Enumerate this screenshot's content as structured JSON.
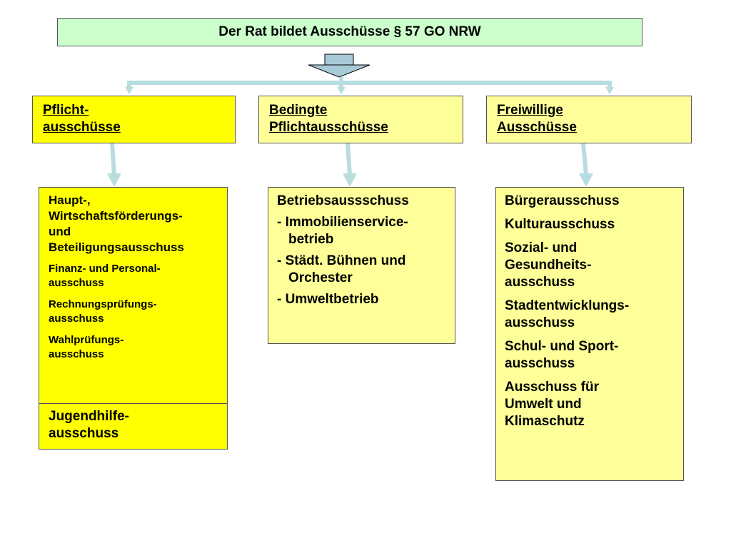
{
  "title": "Der Rat bildet Ausschüsse  §  57 GO NRW",
  "categories": [
    {
      "line1": "Pflicht-",
      "line2": "ausschüsse"
    },
    {
      "line1": "Bedingte",
      "line2": "Pflichtausschüsse"
    },
    {
      "line1": "Freiwillige",
      "line2": "Ausschüsse"
    }
  ],
  "pflicht": {
    "head_lines": [
      "Haupt-,",
      "Wirtschaftsförderungs-",
      "und",
      "Beteiligungsausschuss"
    ],
    "small_items": [
      {
        "l1": "Finanz- und Personal-",
        "l2": "ausschuss"
      },
      {
        "l1": "Rechnungsprüfungs-",
        "l2": "ausschuss"
      },
      {
        "l1": "Wahlprüfungs-",
        "l2": "ausschuss"
      }
    ],
    "jugend": {
      "l1": "Jugendhilfe-",
      "l2": "ausschuss"
    }
  },
  "bedingt": {
    "head": "Betriebsaussschuss",
    "items": [
      {
        "l1": "- Immobilienservice-",
        "l2": "betrieb"
      },
      {
        "l1": "- Städt. Bühnen und",
        "l2": "Orchester"
      },
      {
        "l1": "- Umweltbetrieb"
      }
    ]
  },
  "freiwillig": {
    "items": [
      [
        "Bürgerausschuss"
      ],
      [
        "Kulturausschuss"
      ],
      [
        "Sozial- und",
        "Gesundheits-",
        "ausschuss"
      ],
      [
        "Stadtentwicklungs-",
        "ausschuss"
      ],
      [
        "Schul- und Sport-",
        "ausschuss"
      ],
      [
        "Ausschuss für",
        "Umwelt und",
        "Klimaschutz"
      ]
    ]
  },
  "colors": {
    "title_bg": "#ccffcc",
    "mandatory_bg": "#ffff00",
    "light_yellow": "#ffff99",
    "connector": "#b8dde0",
    "arrow_fill": "#a8c9d8"
  }
}
